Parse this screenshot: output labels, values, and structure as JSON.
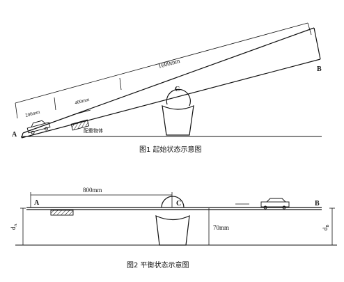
{
  "figure1": {
    "caption": "图1  起始状态示意图",
    "label_A": "A",
    "label_B": "B",
    "label_C": "C",
    "dim_total": "1600mm",
    "dim_seg1": "200mm",
    "dim_seg2": "400mm",
    "block_label": "配重物体"
  },
  "figure2": {
    "caption": "图2  平衡状态示意图",
    "label_A": "A",
    "label_B": "B",
    "label_C": "C",
    "dim_AC": "800mm",
    "dim_height": "70mm",
    "label_dA": "d",
    "label_dA_sub": "A",
    "label_dB": "d",
    "label_dB_sub": "B"
  }
}
